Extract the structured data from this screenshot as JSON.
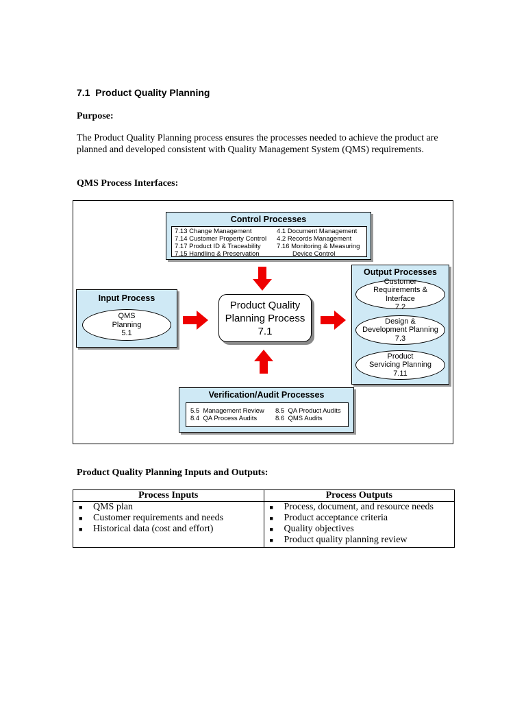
{
  "section_title": "7.1  Product Quality Planning",
  "purpose": {
    "heading": "Purpose:",
    "text": "The Product Quality Planning process ensures the processes needed to achieve the product are planned and developed consistent with Quality Management System (QMS) requirements."
  },
  "interfaces_heading": "QMS Process Interfaces:",
  "diagram": {
    "control": {
      "title": "Control Processes",
      "left_items": [
        "7.13 Change Management",
        "7.14 Customer Property Control",
        "7.17 Product ID & Traceability",
        "7.15 Handling & Preservation"
      ],
      "right_items": [
        "4.1 Document Management",
        "4.2 Records Management",
        "7.16 Monitoring & Measuring",
        "Device Control"
      ]
    },
    "input": {
      "title": "Input Process",
      "oval": "QMS\nPlanning\n5.1"
    },
    "central": "Product Quality\nPlanning Process\n7.1",
    "output": {
      "title": "Output Processes",
      "ovals": [
        "Customer\nRequirements &\nInterface\n7.2",
        "Design &\nDevelopment Planning\n7.3",
        "Product\nServicing Planning\n7.11"
      ]
    },
    "verification": {
      "title": "Verification/Audit Processes",
      "left_items": [
        "5.5  Management Review",
        "8.4  QA Process Audits"
      ],
      "right_items": [
        "8.5  QA Product Audits",
        "8.6  QMS Audits"
      ]
    },
    "colors": {
      "box_fill": "#cfe9f5",
      "arrow": "#ee0000"
    }
  },
  "io_heading": "Product Quality Planning Inputs and Outputs:",
  "io_table": {
    "headers": [
      "Process Inputs",
      "Process Outputs"
    ],
    "inputs": [
      "QMS plan",
      "Customer requirements and needs",
      "Historical data (cost and effort)"
    ],
    "outputs": [
      "Process, document, and resource needs",
      "Product acceptance criteria",
      "Quality objectives",
      "Product quality planning review"
    ],
    "bullet": "■"
  }
}
